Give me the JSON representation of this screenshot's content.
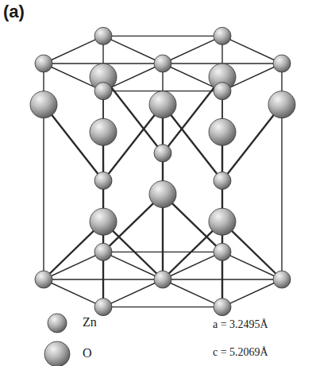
{
  "diagram": {
    "labels": [
      "(a)",
      "a = 3.2495Å",
      "c = 5.2069Å"
    ],
    "legend": [
      {
        "text": "Zn"
      },
      {
        "text": "O"
      }
    ]
  }
}
